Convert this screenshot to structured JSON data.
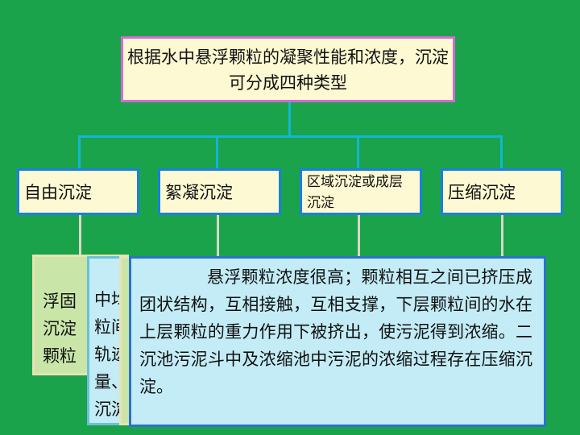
{
  "title": "根据水中悬浮颗粒的凝聚性能和浓度，沉淀可分成四种类型",
  "categories": [
    "自由沉淀",
    "絮凝沉淀",
    "区域沉淀或成层沉淀",
    "压缩沉淀"
  ],
  "panel_behind_1": [
    "浮固",
    "沉淀",
    "颗粒"
  ],
  "panel_behind_2": [
    "中均",
    "粒间",
    "轨迹",
    "量、沉",
    "沉淀"
  ],
  "compression_description": "悬浮颗粒浓度很高；颗粒相互之间已挤压成团状结构，互相接触，互相支撑，下层颗粒间的水在上层颗粒的重力作用下被挤出，使污泥得到浓缩。二沉池污泥斗中及浓缩池中污泥的浓缩过程存在压缩沉淀。",
  "colors": {
    "background": "#1aa34a",
    "box_fill": "#fdf9d2",
    "title_border": "#d46ad6",
    "category_border": "#1c7fe0",
    "connector": "#12b6d6",
    "panel_blue": "#c3ecf6",
    "panel_green": "#c9e6a8"
  }
}
